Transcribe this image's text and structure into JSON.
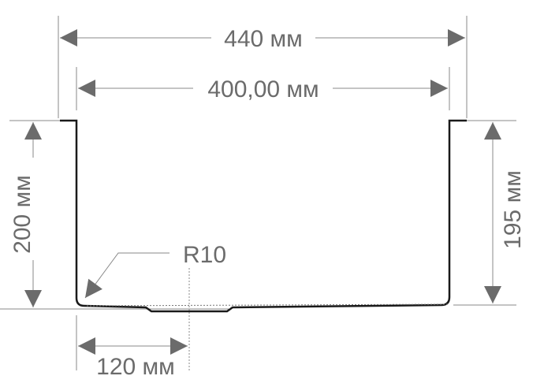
{
  "dimensions": {
    "outer_width": "440 мм",
    "inner_width": "400,00 мм",
    "outer_height": "200 мм",
    "inner_height": "195 мм",
    "radius": "R10",
    "drain_offset": "120 мм"
  },
  "colors": {
    "dimension": "#6b6b6b",
    "outline": "#1a1a1a"
  }
}
